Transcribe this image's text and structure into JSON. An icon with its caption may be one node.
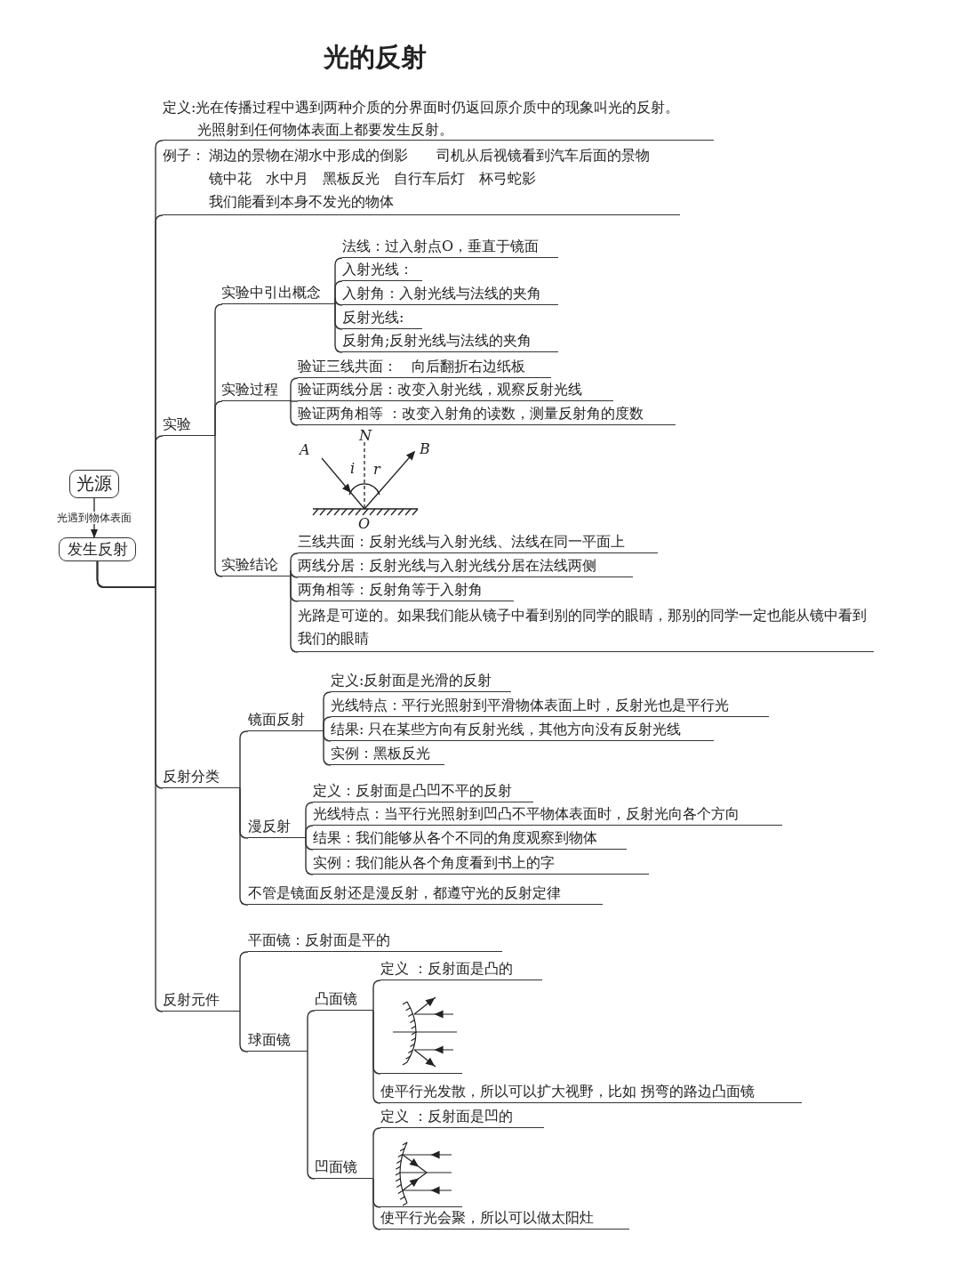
{
  "diagram": {
    "title": "光的反射",
    "nodes": [
      {
        "text": [
          "光源"
        ]
      },
      {
        "text": [
          "发生反射"
        ]
      },
      {
        "text": [
          "定义:光在传播过程中遇到两种介质的分界面时仍返回原介质中的现象叫光的反射。",
          "光照射到任何物体表面上都要发生反射。"
        ]
      },
      {
        "text": [
          "例子：",
          "湖边的景物在湖水中形成的倒影　　司机从后视镜看到汽车后面的景物",
          "镜中花　水中月　黑板反光　自行车后灯　杯弓蛇影",
          "我们能看到本身不发光的物体"
        ]
      },
      {
        "text": [
          "实验"
        ]
      },
      {
        "text": [
          "实验中引出概念"
        ]
      },
      {
        "text": [
          "法线：过入射点O，垂直于镜面"
        ]
      },
      {
        "text": [
          "入射光线："
        ]
      },
      {
        "text": [
          "入射角：入射光线与法线的夹角"
        ]
      },
      {
        "text": [
          "反射光线:"
        ]
      },
      {
        "text": [
          "反射角;反射光线与法线的夹角"
        ]
      },
      {
        "text": [
          "实验过程"
        ]
      },
      {
        "text": [
          "验证三线共面：　向后翻折右边纸板"
        ]
      },
      {
        "text": [
          "验证两线分居：改变入射光线，观察反射光线"
        ]
      },
      {
        "text": [
          "验证两角相等 ：改变入射角的读数，测量反射角的度数"
        ]
      },
      {
        "text": [
          "实验结论"
        ]
      },
      {
        "text": [
          "三线共面：反射光线与入射光线、法线在同一平面上"
        ]
      },
      {
        "text": [
          "两线分居：反射光线与入射光线分居在法线两侧"
        ]
      },
      {
        "text": [
          "两角相等：反射角等于入射角"
        ]
      },
      {
        "text": [
          "光路是可逆的。如果我们能从镜子中看到别的同学的眼睛，那别的同学一定也能从镜中看到我们的眼睛"
        ]
      },
      {
        "text": [
          "反射分类"
        ]
      },
      {
        "text": [
          "镜面反射"
        ]
      },
      {
        "text": [
          "定义:反射面是光滑的反射"
        ]
      },
      {
        "text": [
          "光线特点：平行光照射到平滑物体表面上时，反射光也是平行光"
        ]
      },
      {
        "text": [
          "结果: 只在某些方向有反射光线，其他方向没有反射光线"
        ]
      },
      {
        "text": [
          "实例：黑板反光"
        ]
      },
      {
        "text": [
          "漫反射"
        ]
      },
      {
        "text": [
          "定义：反射面是凸凹不平的反射"
        ]
      },
      {
        "text": [
          "光线特点：当平行光照射到凹凸不平物体表面时，反射光向各个方向"
        ]
      },
      {
        "text": [
          "结果：我们能够从各个不同的角度观察到物体"
        ]
      },
      {
        "text": [
          "实例：我们能从各个角度看到书上的字"
        ]
      },
      {
        "text": [
          "不管是镜面反射还是漫反射，都遵守光的反射定律"
        ]
      },
      {
        "text": [
          "反射元件"
        ]
      },
      {
        "text": [
          "平面镜：反射面是平的"
        ]
      },
      {
        "text": [
          "球面镜"
        ]
      },
      {
        "text": [
          "凸面镜"
        ]
      },
      {
        "text": [
          "定义 ：反射面是凸的"
        ]
      },
      {
        "text": [],
        "shape": "picture"
      },
      {
        "text": [
          "使平行光发散，所以可以扩大视野，比如 拐弯的路边凸面镜"
        ]
      },
      {
        "text": [
          "凹面镜"
        ]
      },
      {
        "text": [
          "定义 ：反射面是凹的"
        ]
      },
      {
        "text": [],
        "shape": "picture"
      },
      {
        "text": [
          "使平行光会聚，所以可以做太阳灶"
        ]
      }
    ],
    "edges": [
      {
        "from": 0,
        "to": 1,
        "arrow": "to",
        "label": "光遇到物体表面"
      },
      {
        "from": 1,
        "to": 2,
        "arrow": "none"
      },
      {
        "from": 1,
        "to": 3,
        "arrow": "none"
      },
      {
        "from": 1,
        "to": 4,
        "arrow": "none"
      },
      {
        "from": 1,
        "to": 20,
        "arrow": "none"
      },
      {
        "from": 1,
        "to": 32,
        "arrow": "none"
      },
      {
        "from": 4,
        "to": 5,
        "arrow": "none"
      },
      {
        "from": 4,
        "to": 11,
        "arrow": "none"
      },
      {
        "from": 4,
        "to": 15,
        "arrow": "none"
      },
      {
        "from": 5,
        "to": 6,
        "arrow": "none"
      },
      {
        "from": 5,
        "to": 7,
        "arrow": "none"
      },
      {
        "from": 5,
        "to": 8,
        "arrow": "none"
      },
      {
        "from": 5,
        "to": 9,
        "arrow": "none"
      },
      {
        "from": 5,
        "to": 10,
        "arrow": "none"
      },
      {
        "from": 11,
        "to": 12,
        "arrow": "none"
      },
      {
        "from": 11,
        "to": 13,
        "arrow": "none"
      },
      {
        "from": 11,
        "to": 14,
        "arrow": "none"
      },
      {
        "from": 15,
        "to": 16,
        "arrow": "none"
      },
      {
        "from": 15,
        "to": 17,
        "arrow": "none"
      },
      {
        "from": 15,
        "to": 18,
        "arrow": "none"
      },
      {
        "from": 15,
        "to": 19,
        "arrow": "none"
      },
      {
        "from": 20,
        "to": 21,
        "arrow": "none"
      },
      {
        "from": 20,
        "to": 26,
        "arrow": "none"
      },
      {
        "from": 20,
        "to": 31,
        "arrow": "none"
      },
      {
        "from": 21,
        "to": 22,
        "arrow": "none"
      },
      {
        "from": 21,
        "to": 23,
        "arrow": "none"
      },
      {
        "from": 21,
        "to": 24,
        "arrow": "none"
      },
      {
        "from": 21,
        "to": 25,
        "arrow": "none"
      },
      {
        "from": 26,
        "to": 27,
        "arrow": "none"
      },
      {
        "from": 26,
        "to": 28,
        "arrow": "none"
      },
      {
        "from": 26,
        "to": 29,
        "arrow": "none"
      },
      {
        "from": 26,
        "to": 30,
        "arrow": "none"
      },
      {
        "from": 32,
        "to": 33,
        "arrow": "none"
      },
      {
        "from": 32,
        "to": 34,
        "arrow": "none"
      },
      {
        "from": 34,
        "to": 35,
        "arrow": "none"
      },
      {
        "from": 34,
        "to": 39,
        "arrow": "none"
      },
      {
        "from": 35,
        "to": 36,
        "arrow": "none"
      },
      {
        "from": 35,
        "to": 37,
        "arrow": "none"
      },
      {
        "from": 35,
        "to": 38,
        "arrow": "none"
      },
      {
        "from": 39,
        "to": 40,
        "arrow": "none"
      },
      {
        "from": 39,
        "to": 41,
        "arrow": "none"
      },
      {
        "from": 39,
        "to": 42,
        "arrow": "none"
      }
    ],
    "labels": [
      "A",
      "N",
      "B",
      "i",
      "r",
      "O"
    ]
  }
}
